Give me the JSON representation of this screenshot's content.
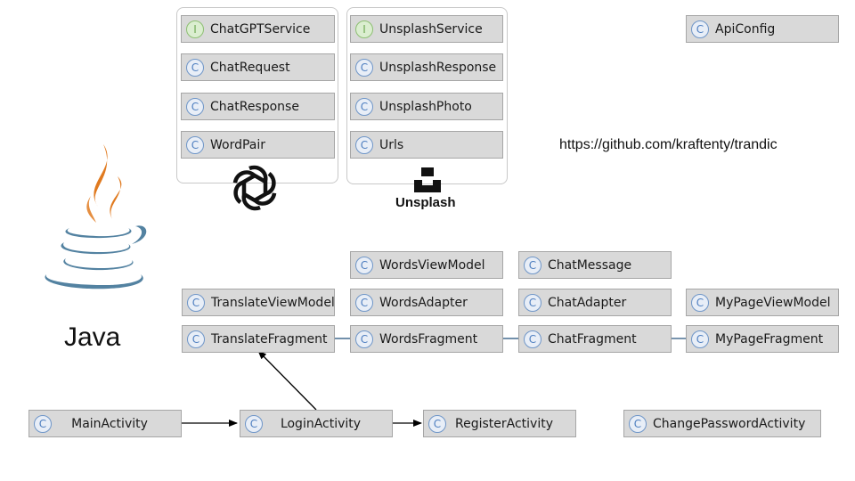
{
  "repo_url": "https://github.com/kraftenty/trandic",
  "java_label": "Java",
  "unsplash_label": "Unsplash",
  "icon_letters": {
    "class": "C",
    "interface": "I"
  },
  "colors": {
    "node_fill": "#d9d9d9",
    "node_border": "#a6a6a6",
    "class_icon": "#6f96c8",
    "interface_icon": "#8dbf72",
    "java_orange": "#e07a1f",
    "java_blue": "#5382a1"
  },
  "nodes": {
    "chatgpt_service": {
      "label": "ChatGPTService",
      "kind": "interface"
    },
    "chat_request": {
      "label": "ChatRequest",
      "kind": "class"
    },
    "chat_response": {
      "label": "ChatResponse",
      "kind": "class"
    },
    "word_pair": {
      "label": "WordPair",
      "kind": "class"
    },
    "unsplash_service": {
      "label": "UnsplashService",
      "kind": "interface"
    },
    "unsplash_response": {
      "label": "UnsplashResponse",
      "kind": "class"
    },
    "unsplash_photo": {
      "label": "UnsplashPhoto",
      "kind": "class"
    },
    "urls": {
      "label": "Urls",
      "kind": "class"
    },
    "api_config": {
      "label": "ApiConfig",
      "kind": "class"
    },
    "words_view_model": {
      "label": "WordsViewModel",
      "kind": "class"
    },
    "chat_message": {
      "label": "ChatMessage",
      "kind": "class"
    },
    "translate_view_model": {
      "label": "TranslateViewModel",
      "kind": "class"
    },
    "words_adapter": {
      "label": "WordsAdapter",
      "kind": "class"
    },
    "chat_adapter": {
      "label": "ChatAdapter",
      "kind": "class"
    },
    "my_page_view_model": {
      "label": "MyPageViewModel",
      "kind": "class"
    },
    "translate_fragment": {
      "label": "TranslateFragment",
      "kind": "class"
    },
    "words_fragment": {
      "label": "WordsFragment",
      "kind": "class"
    },
    "chat_fragment": {
      "label": "ChatFragment",
      "kind": "class"
    },
    "my_page_fragment": {
      "label": "MyPageFragment",
      "kind": "class"
    },
    "main_activity": {
      "label": "MainActivity",
      "kind": "class"
    },
    "login_activity": {
      "label": "LoginActivity",
      "kind": "class"
    },
    "register_activity": {
      "label": "RegisterActivity",
      "kind": "class"
    },
    "change_password_activity": {
      "label": "ChangePasswordActivity",
      "kind": "class"
    }
  },
  "icons": [
    "java-logo-icon",
    "openai-logo-icon",
    "unsplash-logo-icon"
  ]
}
